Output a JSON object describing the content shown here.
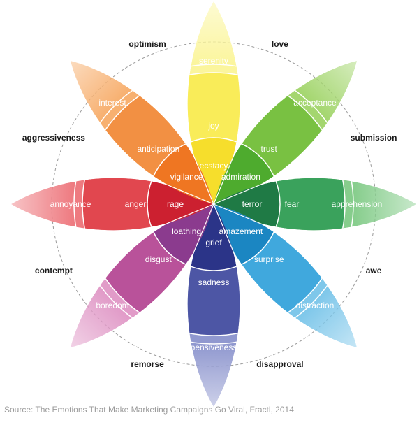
{
  "diagram": {
    "petals": [
      {
        "angle": 0,
        "tiers": [
          {
            "label": "serenity",
            "color": "#fbf59d"
          },
          {
            "label": "joy",
            "color": "#f9ec59"
          },
          {
            "label": "ecstacy",
            "color": "#f6de2c"
          }
        ]
      },
      {
        "angle": 45,
        "tiers": [
          {
            "label": "acceptance",
            "color": "#a4d66f"
          },
          {
            "label": "trust",
            "color": "#79c142"
          },
          {
            "label": "admiration",
            "color": "#4eab2e"
          }
        ]
      },
      {
        "angle": 90,
        "tiers": [
          {
            "label": "apprehension",
            "color": "#86cd8c"
          },
          {
            "label": "fear",
            "color": "#3aa25c"
          },
          {
            "label": "terror",
            "color": "#1f7a45"
          }
        ]
      },
      {
        "angle": 135,
        "tiers": [
          {
            "label": "distraction",
            "color": "#7ec7ea"
          },
          {
            "label": "surprise",
            "color": "#40a8dd"
          },
          {
            "label": "amazement",
            "color": "#1b86c2"
          }
        ]
      },
      {
        "angle": 180,
        "tiers": [
          {
            "label": "pensiveness",
            "color": "#9098cf"
          },
          {
            "label": "sadness",
            "color": "#4d56a5"
          },
          {
            "label": "grief",
            "color": "#2b3488"
          }
        ]
      },
      {
        "angle": 225,
        "tiers": [
          {
            "label": "boredom",
            "color": "#e19bc8"
          },
          {
            "label": "disgust",
            "color": "#b9529a"
          },
          {
            "label": "loathing",
            "color": "#8b3b8e"
          }
        ]
      },
      {
        "angle": 270,
        "tiers": [
          {
            "label": "annoyance",
            "color": "#ee7a80"
          },
          {
            "label": "anger",
            "color": "#e1474f"
          },
          {
            "label": "rage",
            "color": "#cc2030"
          }
        ]
      },
      {
        "angle": 315,
        "tiers": [
          {
            "label": "interest",
            "color": "#f7b070"
          },
          {
            "label": "anticipation",
            "color": "#f29043"
          },
          {
            "label": "vigilance",
            "color": "#ef7622"
          }
        ]
      }
    ],
    "dyads": [
      {
        "label": "love",
        "angle": 22.5
      },
      {
        "label": "submission",
        "angle": 67.5
      },
      {
        "label": "awe",
        "angle": 112.5
      },
      {
        "label": "disapproval",
        "angle": 157.5
      },
      {
        "label": "remorse",
        "angle": 202.5
      },
      {
        "label": "contempt",
        "angle": 247.5
      },
      {
        "label": "aggressiveness",
        "angle": 292.5
      },
      {
        "label": "optimism",
        "angle": 337.5
      }
    ]
  },
  "source": "Source: The Emotions That Make Marketing Campaigns Go Viral, Fractl, 2014"
}
